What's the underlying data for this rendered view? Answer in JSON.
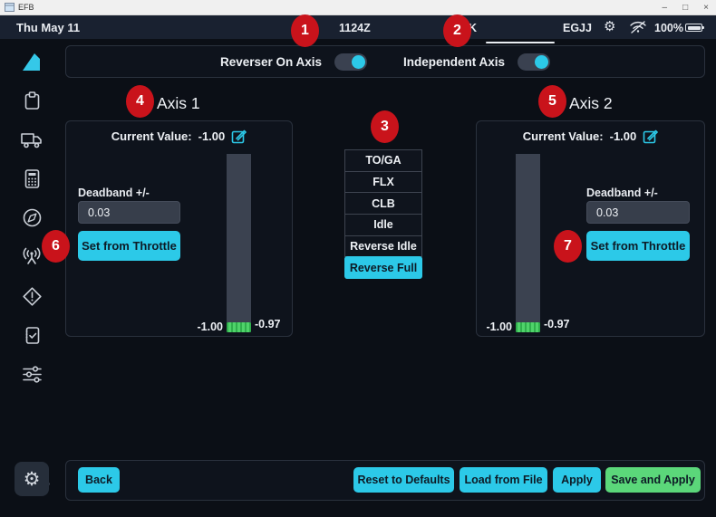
{
  "window": {
    "title": "EFB",
    "controls": {
      "minimize": "–",
      "maximize": "□",
      "close": "×"
    }
  },
  "statusbar": {
    "date": "Thu May 11",
    "time": "1124Z",
    "route_origin_partial": "K",
    "route_destination": "EGJJ",
    "battery_percent": "100%"
  },
  "toggle_bar": {
    "reverser_label": "Reverser On Axis",
    "reverser_state": "on",
    "independent_label": "Independent Axis",
    "independent_state": "on"
  },
  "axis1": {
    "title": "Axis 1",
    "current_value_label": "Current Value:",
    "current_value": "-1.00",
    "deadband_label": "Deadband +/-",
    "deadband_value": "0.03",
    "set_from_throttle_label": "Set from Throttle",
    "bar_min_label": "-1.00",
    "bar_deadband_label": "-0.97"
  },
  "axis2": {
    "title": "Axis 2",
    "current_value_label": "Current Value:",
    "current_value": "-1.00",
    "deadband_label": "Deadband +/-",
    "deadband_value": "0.03",
    "set_from_throttle_label": "Set from Throttle",
    "bar_min_label": "-1.00",
    "bar_deadband_label": "-0.97"
  },
  "detents": {
    "items": [
      "TO/GA",
      "FLX",
      "CLB",
      "Idle",
      "Reverse Idle",
      "Reverse Full"
    ],
    "selected": "Reverse Full"
  },
  "footer": {
    "back_label": "Back",
    "reset_label": "Reset to Defaults",
    "load_label": "Load from File",
    "apply_label": "Apply",
    "save_label": "Save and Apply"
  },
  "annotations": [
    "1",
    "2",
    "3",
    "4",
    "5",
    "6",
    "7"
  ],
  "sidebar_icons": [
    "airline-logo",
    "clipboard",
    "truck",
    "calculator",
    "compass",
    "broadcast-tower",
    "warning-diamond",
    "notebook-check",
    "sliders",
    "settings-gear"
  ],
  "statusbar_icons": [
    "gear",
    "wifi-off",
    "battery-full"
  ],
  "colors": {
    "accent_cyan": "#2cc9e8",
    "save_green": "#5bd77a",
    "bar_green": "#3fc65a",
    "annotation_red": "#c9131b",
    "statusbar_bg": "#192130",
    "page_bg": "#0b0f16"
  }
}
